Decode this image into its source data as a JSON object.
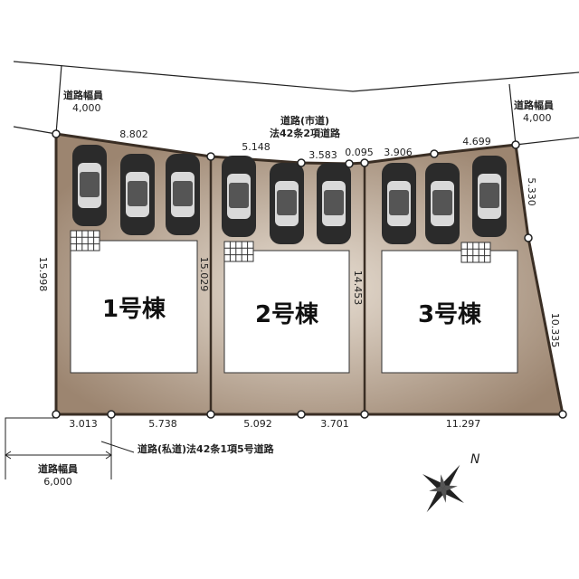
{
  "roads": {
    "north_road": {
      "name": "道路(市道)",
      "law": "法42条2項道路"
    },
    "north_width_left": {
      "label": "道路幅員",
      "value": "4,000"
    },
    "north_width_right": {
      "label": "道路幅員",
      "value": "4,000"
    },
    "south_road": {
      "name": "道路(私道)法42条1項5号道路"
    },
    "south_width": {
      "label": "道路幅員",
      "value": "6,000"
    }
  },
  "lots": [
    {
      "name": "1号棟"
    },
    {
      "name": "2号棟"
    },
    {
      "name": "3号棟"
    }
  ],
  "dimensions": {
    "top": [
      "8.802",
      "5.148",
      "3.583",
      "0.095",
      "3.906",
      "4.699"
    ],
    "bottom": [
      "3.013",
      "5.738",
      "5.092",
      "3.701",
      "11.297"
    ],
    "left": "15.998",
    "divider_1_2": "15.029",
    "divider_2_3": "14.453",
    "right_upper": "5.330",
    "right_lower": "10.335"
  },
  "compass": {
    "label": "N"
  },
  "colors": {
    "lot_fill": "#a48d76",
    "lot_light": "#e6ddd2",
    "outline": "#3a2e24",
    "car": "#2b2b2b"
  }
}
